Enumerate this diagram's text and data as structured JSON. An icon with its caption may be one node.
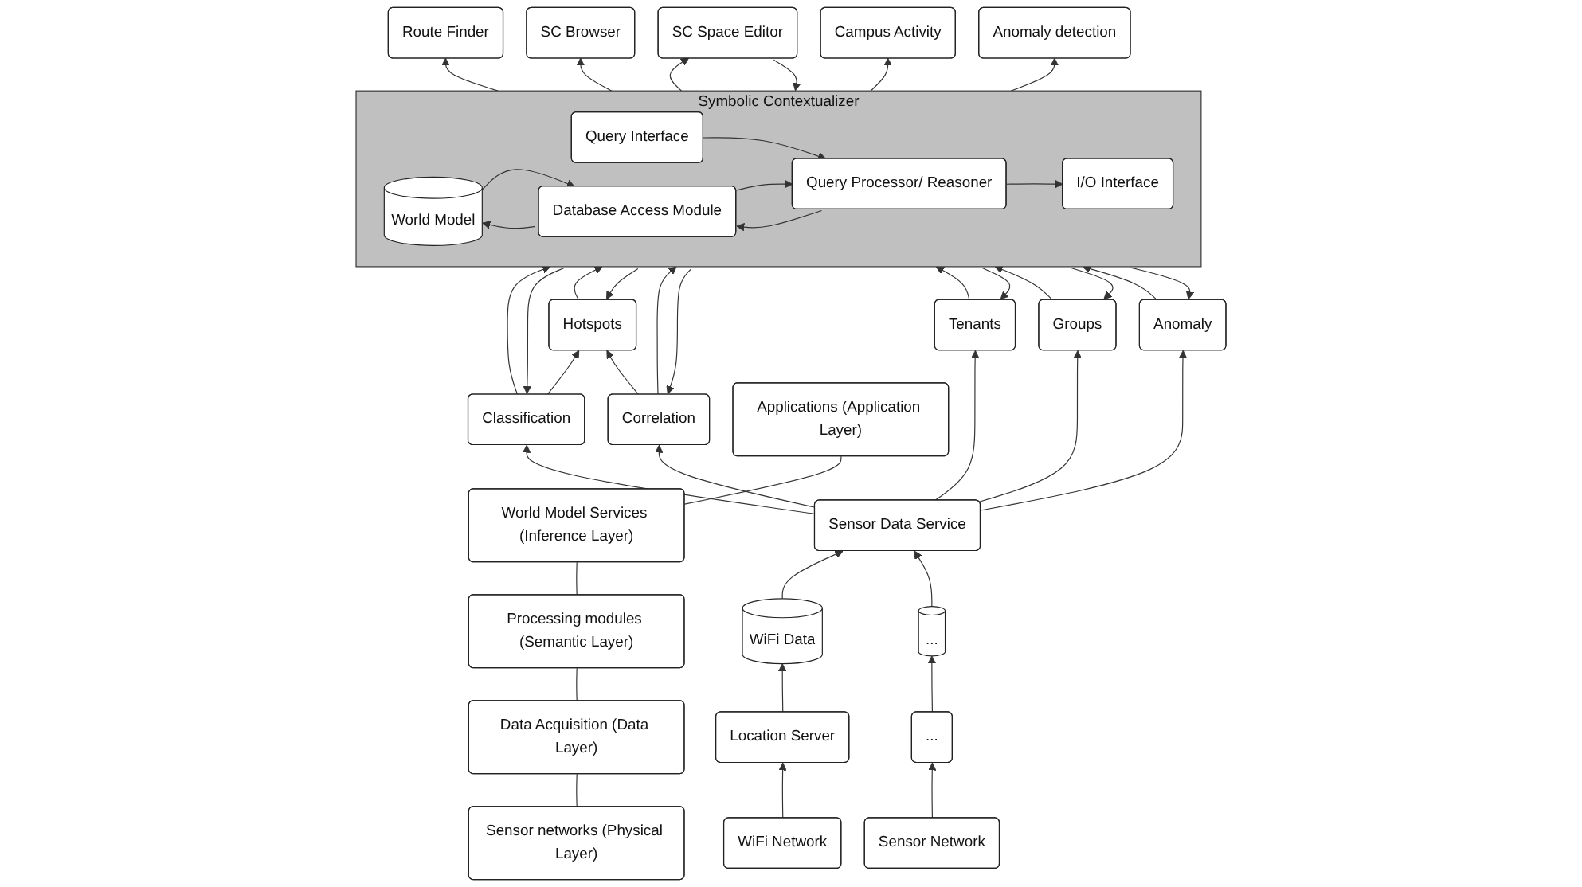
{
  "diagram": {
    "nodes": [
      {
        "text": [
          "Applications (Application Layer)"
        ]
      },
      {
        "text": [
          "World Model Services (Inference Layer)"
        ]
      },
      {
        "text": [
          "Processing modules (Semantic Layer)"
        ]
      },
      {
        "text": [
          "Data Acquisition (Data Layer)"
        ]
      },
      {
        "text": [
          "Sensor networks (Physical Layer)"
        ]
      },
      {
        "text": [
          "Route Finder"
        ]
      },
      {
        "text": [
          "SC Browser"
        ]
      },
      {
        "text": [
          "SC Space Editor"
        ]
      },
      {
        "text": [
          "Campus Activity"
        ]
      },
      {
        "text": [
          "Anomaly detection"
        ]
      },
      {
        "text": [
          "Symbolic Contextualizer"
        ]
      },
      {
        "text": [
          "I/O Interface"
        ],
        "in": 10
      },
      {
        "text": [
          "Query Interface"
        ],
        "in": 10
      },
      {
        "text": [
          "Query Processor/ Reasoner"
        ],
        "in": 10
      },
      {
        "text": [
          "Database Access Module"
        ],
        "in": 10
      },
      {
        "text": [
          "World Model"
        ],
        "in": 10
      },
      {
        "text": [
          "Classification"
        ]
      },
      {
        "text": [
          "Hotspots"
        ]
      },
      {
        "text": [
          "Correlation"
        ]
      },
      {
        "text": [
          "Tenants"
        ]
      },
      {
        "text": [
          "Groups"
        ]
      },
      {
        "text": [
          "Anomaly"
        ]
      },
      {
        "text": [
          "Sensor Data Service"
        ]
      },
      {
        "text": [
          "Location Server"
        ]
      },
      {
        "text": [
          "WiFi Data"
        ]
      },
      {
        "text": [
          "..."
        ]
      },
      {
        "text": [
          "..."
        ]
      },
      {
        "text": [
          "WiFi Network"
        ]
      },
      {
        "text": [
          "Sensor Network"
        ]
      }
    ],
    "edges": [
      {
        "from": 4,
        "to": 3,
        "arrow": "none"
      },
      {
        "from": 3,
        "to": 2,
        "arrow": "none"
      },
      {
        "from": 2,
        "to": 1,
        "arrow": "none"
      },
      {
        "from": 1,
        "to": 0,
        "arrow": "none"
      },
      {
        "from": 10,
        "to": 5,
        "arrow": "to"
      },
      {
        "from": 10,
        "to": 6,
        "arrow": "to"
      },
      {
        "from": 10,
        "to": 7,
        "arrow": "to"
      },
      {
        "from": 7,
        "to": 10,
        "arrow": "to"
      },
      {
        "from": 10,
        "to": 8,
        "arrow": "to"
      },
      {
        "from": 10,
        "to": 9,
        "arrow": "to"
      },
      {
        "from": 13,
        "to": 11,
        "arrow": "to"
      },
      {
        "from": 12,
        "to": 13,
        "arrow": "to"
      },
      {
        "from": 14,
        "to": 13,
        "arrow": "to"
      },
      {
        "from": 13,
        "to": 14,
        "arrow": "to"
      },
      {
        "from": 15,
        "to": 14,
        "arrow": "to"
      },
      {
        "from": 14,
        "to": 15,
        "arrow": "to"
      },
      {
        "from": 16,
        "to": 10,
        "arrow": "to"
      },
      {
        "from": 10,
        "to": 16,
        "arrow": "to"
      },
      {
        "from": 17,
        "to": 10,
        "arrow": "to"
      },
      {
        "from": 10,
        "to": 17,
        "arrow": "to"
      },
      {
        "from": 18,
        "to": 10,
        "arrow": "to"
      },
      {
        "from": 10,
        "to": 18,
        "arrow": "to"
      },
      {
        "from": 19,
        "to": 10,
        "arrow": "to"
      },
      {
        "from": 10,
        "to": 19,
        "arrow": "to"
      },
      {
        "from": 20,
        "to": 10,
        "arrow": "to"
      },
      {
        "from": 10,
        "to": 20,
        "arrow": "to"
      },
      {
        "from": 21,
        "to": 10,
        "arrow": "to"
      },
      {
        "from": 10,
        "to": 21,
        "arrow": "to"
      },
      {
        "from": 16,
        "to": 17,
        "arrow": "to"
      },
      {
        "from": 18,
        "to": 17,
        "arrow": "to"
      },
      {
        "from": 22,
        "to": 16,
        "arrow": "to"
      },
      {
        "from": 22,
        "to": 18,
        "arrow": "to"
      },
      {
        "from": 22,
        "to": 19,
        "arrow": "to"
      },
      {
        "from": 22,
        "to": 20,
        "arrow": "to"
      },
      {
        "from": 22,
        "to": 21,
        "arrow": "to"
      },
      {
        "from": 24,
        "to": 22,
        "arrow": "to"
      },
      {
        "from": 26,
        "to": 22,
        "arrow": "to"
      },
      {
        "from": 23,
        "to": 24,
        "arrow": "to"
      },
      {
        "from": 25,
        "to": 26,
        "arrow": "to"
      },
      {
        "from": 27,
        "to": 23,
        "arrow": "to"
      },
      {
        "from": 28,
        "to": 25,
        "arrow": "to"
      }
    ]
  }
}
